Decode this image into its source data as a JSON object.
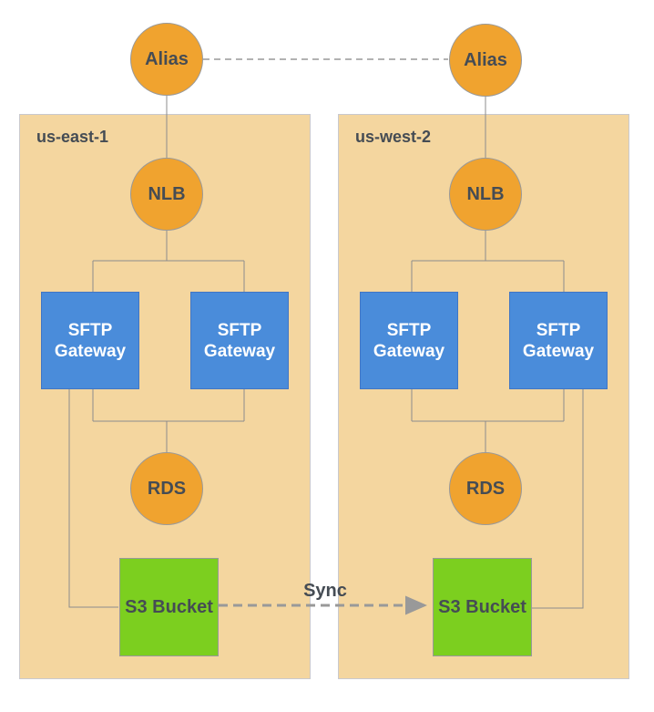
{
  "regions": [
    {
      "label": "us-east-1",
      "nodes": {
        "alias": {
          "label": "Alias"
        },
        "nlb": {
          "label": "NLB"
        },
        "sftp1": {
          "line1": "SFTP",
          "line2": "Gateway"
        },
        "sftp2": {
          "line1": "SFTP",
          "line2": "Gateway"
        },
        "rds": {
          "label": "RDS"
        },
        "s3": {
          "label": "S3 Bucket"
        }
      }
    },
    {
      "label": "us-west-2",
      "nodes": {
        "alias": {
          "label": "Alias"
        },
        "nlb": {
          "label": "NLB"
        },
        "sftp1": {
          "line1": "SFTP",
          "line2": "Gateway"
        },
        "sftp2": {
          "line1": "SFTP",
          "line2": "Gateway"
        },
        "rds": {
          "label": "RDS"
        },
        "s3": {
          "label": "S3 Bucket"
        }
      }
    }
  ],
  "connections": {
    "alias_link": {
      "style": "dashed"
    },
    "sync": {
      "label": "Sync",
      "style": "dashed-arrow"
    }
  },
  "colors": {
    "region_fill": "#F4D69F",
    "region_border": "#C9C9CE",
    "circle_fill": "#F0A32F",
    "sftp_fill": "#4A8CDA",
    "s3_fill": "#7CCF1F",
    "shape_border": "#999999",
    "line": "#8C8C8C",
    "dashed_line": "#999999",
    "text_dark": "#454C54",
    "text_light": "#FFFFFF"
  }
}
